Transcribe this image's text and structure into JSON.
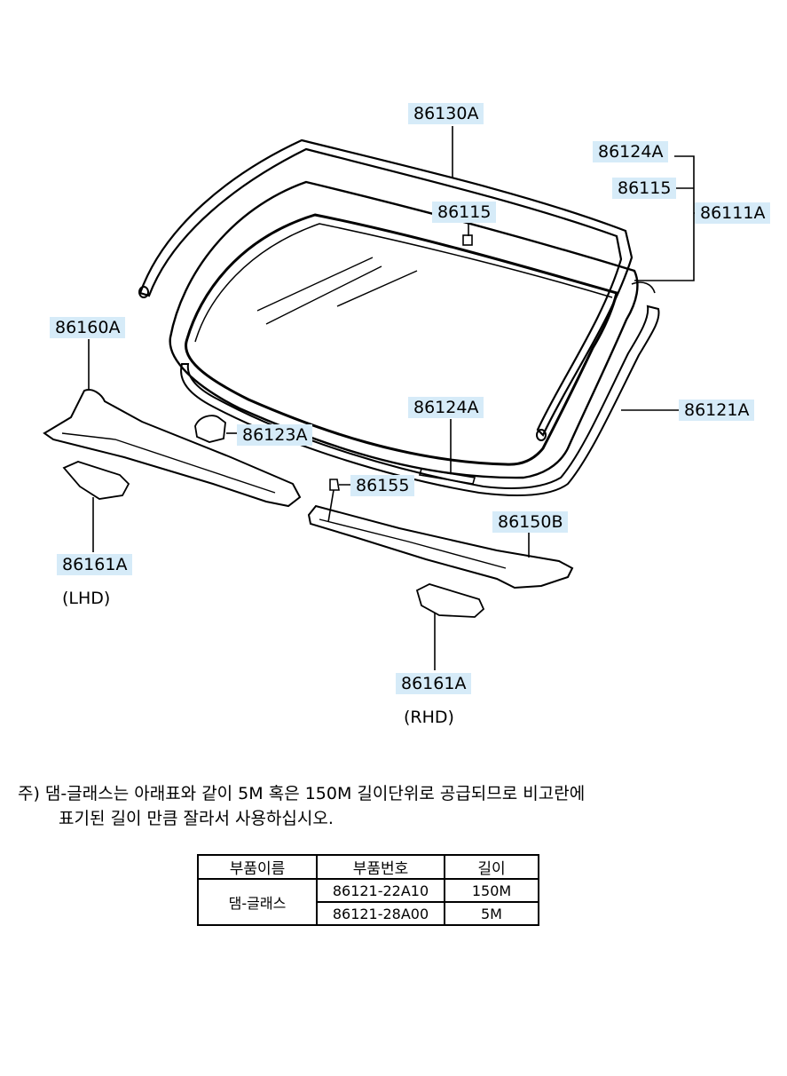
{
  "callouts": {
    "c86130A": "86130A",
    "c86124A_top": "86124A",
    "c86115_right": "86115",
    "c86111A": "86111A",
    "c86115_center": "86115",
    "c86160A": "86160A",
    "c86123A": "86123A",
    "c86124A_mid": "86124A",
    "c86121A": "86121A",
    "c86155": "86155",
    "c86150B": "86150B",
    "c86161A_lhd": "86161A",
    "c86161A_rhd": "86161A"
  },
  "variants": {
    "lhd": "(LHD)",
    "rhd": "(RHD)"
  },
  "note": {
    "line1": "주) 댐-글래스는 아래표와 같이 5M 혹은 150M 길이단위로 공급되므로 비고란에",
    "line2": "표기된 길이 만큼 잘라서 사용하십시오."
  },
  "table": {
    "headers": [
      "부품이름",
      "부품번호",
      "길이"
    ],
    "part_name": "댐-글래스",
    "rows": [
      {
        "part_no": "86121-22A10",
        "length": "150M"
      },
      {
        "part_no": "86121-28A00",
        "length": "5M"
      }
    ]
  },
  "colors": {
    "label_bg": "#d6ebf8",
    "line": "#000000"
  }
}
